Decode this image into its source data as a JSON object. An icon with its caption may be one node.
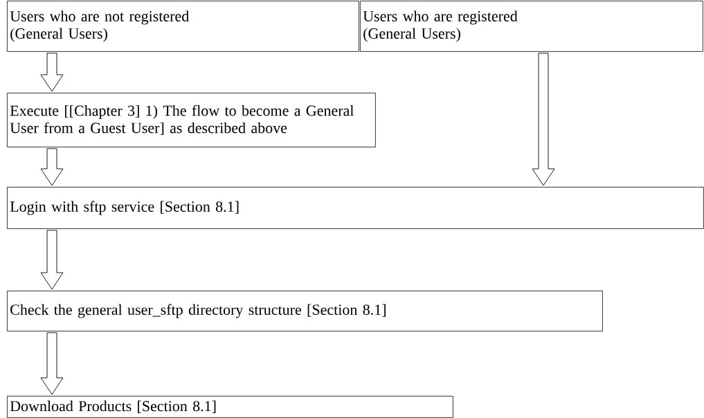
{
  "diagram": {
    "nodes": [
      {
        "text": [
          "Users who are not registered (General Users)"
        ]
      },
      {
        "text": [
          "Users who are registered (General Users)"
        ]
      },
      {
        "text": [
          "Execute [[Chapter 3] 1) The flow to become a General User from a Guest User] as described above"
        ]
      },
      {
        "text": [
          "Login with sftp service [Section 8.1]"
        ]
      },
      {
        "text": [
          "Check the general user_sftp directory structure [Section 8.1]"
        ]
      },
      {
        "text": [
          "Download Products [Section 8.1]"
        ]
      }
    ],
    "edges": [
      {
        "from": 0,
        "to": 2,
        "arrow": "to"
      },
      {
        "from": 2,
        "to": 3,
        "arrow": "to"
      },
      {
        "from": 1,
        "to": 3,
        "arrow": "to"
      },
      {
        "from": 3,
        "to": 4,
        "arrow": "to"
      },
      {
        "from": 4,
        "to": 5,
        "arrow": "to"
      }
    ]
  }
}
